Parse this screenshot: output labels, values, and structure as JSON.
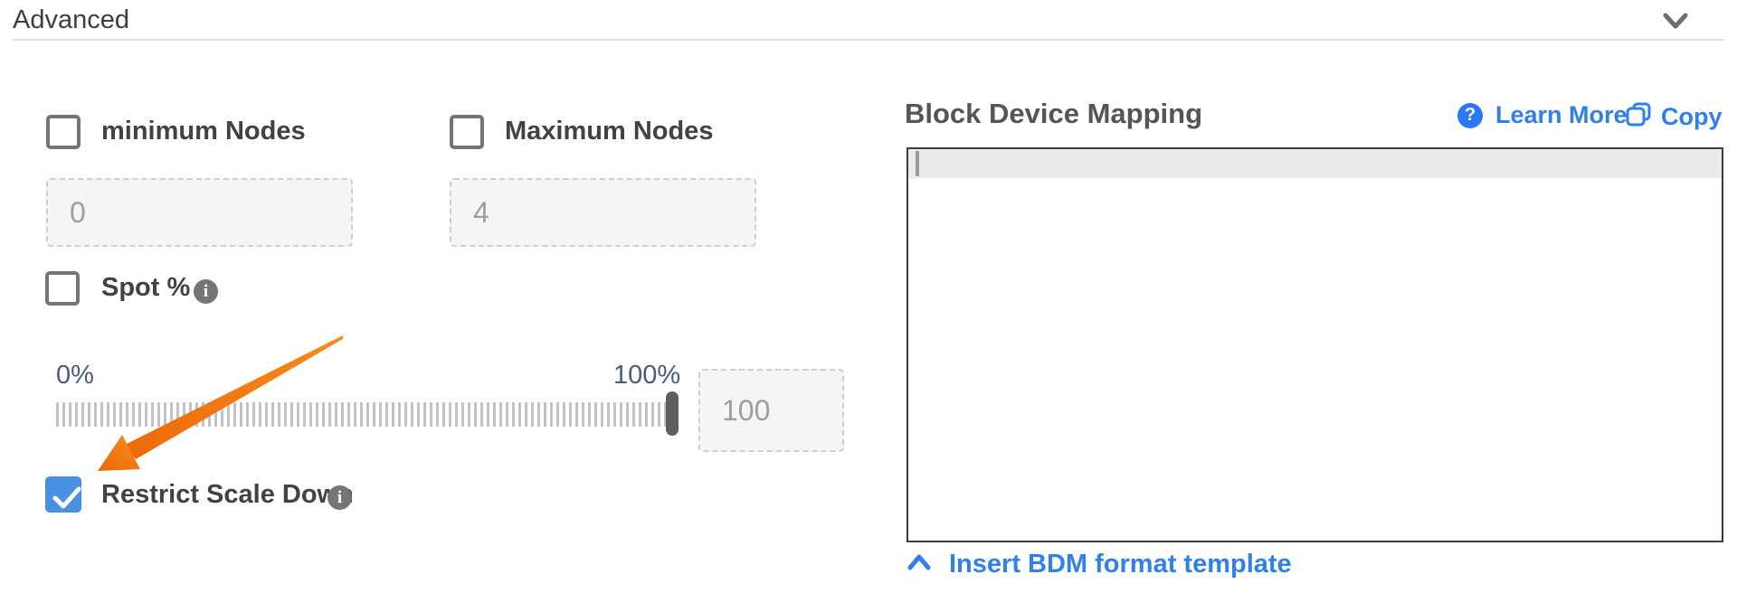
{
  "header": {
    "title": "Advanced",
    "collapse_icon": "chevron-down"
  },
  "left_panel": {
    "min_nodes": {
      "label": "minimum Nodes",
      "checked": false,
      "value": "0"
    },
    "max_nodes": {
      "label": "Maximum Nodes",
      "checked": false,
      "value": "4"
    },
    "spot": {
      "label": "Spot %",
      "checked": false,
      "info_glyph": "i"
    },
    "slider": {
      "min_label": "0%",
      "max_label": "100%",
      "value": "100",
      "position_pct": 100
    },
    "restrict": {
      "label": "Restrict Scale Down",
      "checked": true,
      "info_glyph": "i"
    },
    "annotation": {
      "type": "orange-arrow",
      "points_to": "restrict-checkbox",
      "color": "#f2770e"
    }
  },
  "right_panel": {
    "title": "Block Device Mapping",
    "learn_more_label": "Learn More",
    "help_glyph": "?",
    "copy_label": "Copy",
    "editor_value": "",
    "insert_template_label": "Insert BDM format template"
  },
  "colors": {
    "accent_blue": "#2f80ed",
    "checkbox_checked": "#4a90e2",
    "label_dark": "#424242",
    "slider_label": "#4a5b7c",
    "arrow_orange": "#f2770e",
    "editor_border": "#3d3d3d",
    "highlight_line": "#ebebeb"
  }
}
